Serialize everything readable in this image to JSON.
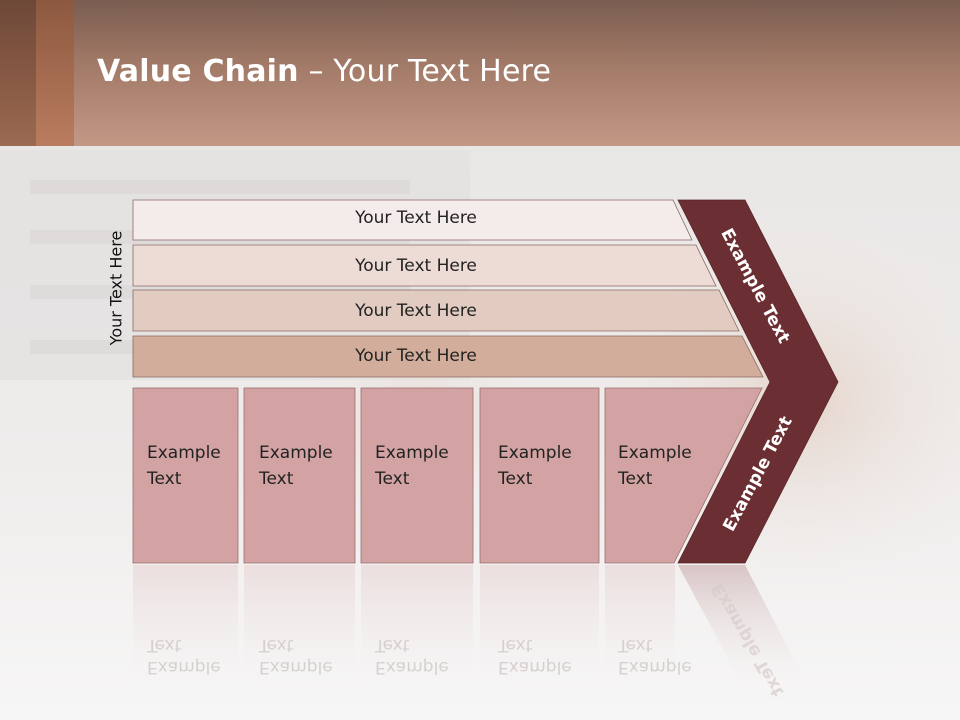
{
  "slide": {
    "title_bold": "Value Chain",
    "title_rest": " – Your Text Here",
    "side_label": "Your Text Here"
  },
  "rows": [
    {
      "label": "Your Text Here",
      "fill": "#f4ecea"
    },
    {
      "label": "Your Text Here",
      "fill": "#ecdcd5"
    },
    {
      "label": "Your Text Here",
      "fill": "#e2cbc0"
    },
    {
      "label": "Your Text Here",
      "fill": "#d3ad9c"
    }
  ],
  "boxes": [
    {
      "line1": "Example",
      "line2": "Text"
    },
    {
      "line1": "Example",
      "line2": "Text"
    },
    {
      "line1": "Example",
      "line2": "Text"
    },
    {
      "line1": "Example",
      "line2": "Text"
    },
    {
      "line1": "Example",
      "line2": "Text"
    }
  ],
  "arrow": {
    "upper_label": "Example Text",
    "lower_label": "Example Text"
  },
  "colors": {
    "box_fill": "#d3a3a3",
    "arrow_fill": "#6b2f33",
    "header": "#b38a77"
  }
}
